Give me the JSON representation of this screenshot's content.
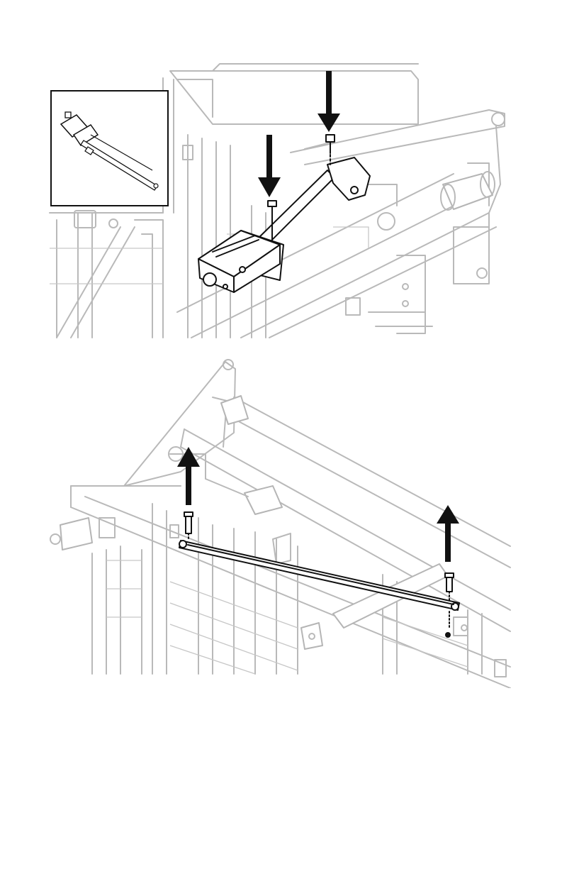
{
  "figures": [
    {
      "id": "top",
      "arrows": [
        {
          "direction": "down",
          "icon": "down-arrow-icon"
        },
        {
          "direction": "down",
          "icon": "down-arrow-icon"
        }
      ],
      "inset": {
        "icon": "actuator-part-icon"
      }
    },
    {
      "id": "bottom",
      "arrows": [
        {
          "direction": "up",
          "icon": "up-arrow-icon"
        },
        {
          "direction": "up",
          "icon": "up-arrow-icon"
        }
      ]
    }
  ],
  "colors": {
    "ink": "#111111",
    "ghost": "#b9b9b9",
    "background": "#ffffff"
  }
}
